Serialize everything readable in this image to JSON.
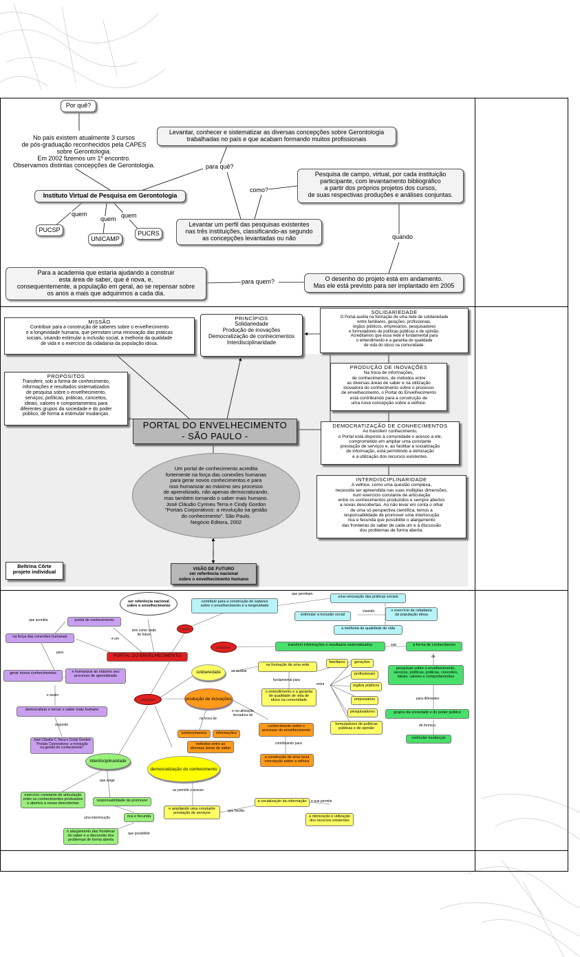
{
  "panel1": {
    "por_que": "Por quê?",
    "context": [
      "No país existem atualmente 3 cursos",
      "de pós-graduação reconhecidos pela CAPES",
      "sobre Gerontologia.",
      "Em 2002 fizemos um 1º encontro.",
      "Observamos distintas concepções de Gerontologia."
    ],
    "levantar": [
      "Levantar, conhecer e sistematizar as diversas concepções sobre Gerontologia",
      "trabalhadas no país e que acabam formando muitos profissionais"
    ],
    "para_que": "para quê?",
    "instituto": "Instituto Virtual de Pesquisa em Gerontologia",
    "como": "como?",
    "pesquisa": [
      "Pesquisa de campo, virtual, por cada instituição",
      "participante, com levantamento bibliográfico",
      "a partir dos próprios projetos dos cursos,",
      "de suas respectivas produções e análises conjuntas."
    ],
    "quem": "quem",
    "pucsp": "PUCSP",
    "unicamp": "UNICAMP",
    "pucrs": "PUCRS",
    "perfil": [
      "Levantar um perfil das pesquisas existentes",
      "nas três instituições, classificando-as segundo",
      "as concepções levantadas ou não"
    ],
    "quando": "quando",
    "academia": [
      "Para a academia que estaria ajudando a construir",
      "esta área de saber, que é nova, e,",
      "consequentemente, a população em geral, ao se repensar sobre",
      "os anos a mais que adquirimos a cada dia."
    ],
    "para_quem": "para quem?",
    "desenho": [
      "O desenho do projeto está em andamento.",
      "Mas ele está previsto para ser implantado em 2005"
    ]
  },
  "panel2": {
    "missao_title": "MISSÃO",
    "missao_text": [
      "Contribuir para a construção de saberes sobre o envelhecimento",
      "e a longevidade humana, que permitam uma renovação das práticas",
      "sociais, visando estimular a inclusão social, a melhoria da qualidade",
      "de vida e o exercício da cidadania da população idosa."
    ],
    "principios_title": "PRINCÍPIOS",
    "principios_text": [
      "Solidariedade",
      "Produção de inovações",
      "Democratização de conhecimentos",
      "Interdisciplinaridade"
    ],
    "solidariedade_title": "SOLIDARIEDADE",
    "solidariedade_text": [
      "O Portal auxilia na formação de uma rede de solidariedade",
      "entre familiares, gerações, profissionais,",
      "órgãos públicos, empresários, pesquisadores",
      "e formuladores de políticas públicas e de opinião.",
      "Acreditamos que essa rede é fundamental para",
      "o entendimento e a garantia de qualidade",
      "de vida do idoso na comunidade."
    ],
    "propositos_title": "PROPÓSITOS",
    "propositos_text": [
      "Transferir, sob a forma de conhecimento,",
      "informações e resultados sistematizados",
      "de pesquisa sobre o envelhecimento,",
      "serviços, políticas, práticas, conceitos,",
      "ideais, valores e comportamentos para",
      "diferentes grupos da sociedade e do poder",
      "público, de forma a estimular mudanças."
    ],
    "producao_title": "PRODUÇÃO DE INOVAÇÕES",
    "producao_text": [
      "Na troca de informações,",
      "de conhecimentos, de métodos entre",
      "as diversas áreas de saber e na utilização",
      "inovadora do conhecimento sobre o processo",
      "de envelhecimento, o Portal do Envelhecimento",
      "está contribuindo para a construção de",
      "uma nova concepção sobre a velhice."
    ],
    "portal_title": [
      "PORTAL DO ENVELHECIMENTO",
      "- SÃO PAULO -"
    ],
    "democratizacao_title": "DEMOCRATIZAÇÃO DE CONHECIMENTOS",
    "democratizacao_text": [
      "Ao transferir conhecimento,",
      "o Portal está disposto à comunidade o acesso a ele,",
      "comprometido em ampliar uma constante",
      "prestação de serviços e, ao facilitar a socialização",
      "de informação, está permitindo a otimização",
      "e a utilização dos recursos existentes."
    ],
    "quote": [
      "Um portal de conhecimento acredita",
      "fortemente na força das conexões humanas",
      "para gerar novos conhecimentos e para",
      "isso humanizar ao máximo seu processo",
      "de aprendizado, não apenas democratizando,",
      "mas também tornando o saber mais humano.",
      "José Cláudio Cyrineu Terra e Cindy Gordon",
      "\"Portais Corporativos: a revolução na gestão",
      "do conhecimento\". São Paulo.",
      "Negócio Editora, 2002"
    ],
    "interdisciplinaridade_title": "INTERDISCIPLINARIDADE",
    "interdisciplinaridade_text": [
      "A velhice, como uma questão complexa,",
      "necessita ser apreendida nas suas múltiplas dimensões,",
      "num exercício constante de articulação",
      "entre os conhecimentos produzidos e sempre abertos",
      "a novas descobertas. Ao não levar em conta o olhar",
      "de uma só perspectiva científica, temos a",
      "responsabilidade de promover uma interlocução",
      "rica e fecunda que possibilite o alargamento",
      "das fronteiras do saber de cada um e à discussão",
      "dos problemas de forma aberta."
    ],
    "autor": [
      "Beltrina Côrte",
      "projeto individual"
    ],
    "visao": [
      "VISÃO DE FUTURO",
      "ser referência nacional",
      "sobre o envelhecimento humano"
    ]
  },
  "panel3": {
    "ser_ref": [
      "ser referência nacional",
      "sobre o envelhecimento"
    ],
    "contribuir": [
      "contribuir para a construção de saberes",
      "sobre o envelhecimento e a longevidade"
    ],
    "que_permitam": "que permitam",
    "renovacao": "uma renovação das práticas sociais",
    "estimular": "estimular a inclusão social",
    "visando": "visando",
    "exercicio": [
      "o exercício da cidadania",
      "da população idosa"
    ],
    "melhoria": "a melhoria da qualidade de vida",
    "que_acredita": "que acredita",
    "portal_conhecimento": "portal de conhecimento",
    "e_um": "é um",
    "tem_como": [
      "tem como visão",
      "de futuro"
    ],
    "missao": "missão",
    "forca": "na força das conexões humanas",
    "portal": "PORTAL DO ENVELHECIMENTO",
    "propositos": "propósitos",
    "transferir": "transferir informações e resultados sistematizados",
    "sob": "sob",
    "forma_conhecimento": "a forma de conhecimento",
    "para": "para",
    "gerar": "gerar novos conhecimentos",
    "humanizar": [
      "e humanizar ao máximo seu",
      "processo de aprendizado"
    ],
    "solidariedade": "solidariedade",
    "ao_auxiliar": "ao auxiliar",
    "rede": "na formação de uma rede",
    "fundamental": "fundamental para",
    "entre": "entre",
    "familiares": "familiares",
    "geracoes": "gerações",
    "profissionais": "profissionais",
    "orgaos": "órgãos públicos",
    "empresarios": "empresários",
    "pesquisadores": "pesquisadores",
    "formuladores": [
      "formuladores de políticas",
      "públicas e de opinião"
    ],
    "de": "de",
    "pesquisas": [
      "pesquisas sobre o envelhecimento,",
      "serviços, políticas, práticas, conceitos,",
      "ideais, valores e comportamentos"
    ],
    "para_diferentes": "para diferentes",
    "grupos": "grupos da sociedade e do poder público",
    "de_forma_a": "de forma a",
    "estimular_mudancas": "estimular mudanças",
    "e_assim": "e assim",
    "democratizar": "democratizar e tornar o saber mais humano",
    "segundo": "segundo",
    "entendimento": [
      "o entendimento e a garantia",
      "de qualidade de vida de",
      "idoso na comunidade"
    ],
    "principios": "princípios",
    "producao": "produção de inovações",
    "e_na_utilizacao": [
      "e na utilização",
      "inovadora do"
    ],
    "na_troca": "na troca de",
    "conhecimentos": "conhecimentos",
    "informacoes": "informações",
    "metodos": [
      "métodos entre as",
      "diversas áreas de saber"
    ],
    "conhecimento_sobre": [
      "conhecimento sobre o",
      "processo do envelhecimento"
    ],
    "contribuindo": "contribuindo para",
    "construcao": [
      "a construção de uma nova",
      "concepção sobre a velhice"
    ],
    "jose": [
      "José Cláudio C.Terra e Cindy Gordon",
      "\"Portais Corporativos: a revolução",
      "na gestão do conhecimento\""
    ],
    "interdisciplinaridade": "interdisciplinaridade",
    "que_exige": "que exige",
    "democratizacao": "democratização do conhecimento",
    "ao_permitir": "ao permitir o acesso",
    "exercicio_constante": [
      "exercício constante de articulação",
      "entre os conhecimentos produzidos",
      "e abertos a novas descobertas"
    ],
    "responsabilidade": "responsabilidade de promover",
    "uma_interlocucao": "uma interlocução",
    "rica": "rica e fecunda",
    "que_possibilite": "que possibilite",
    "alargamento": [
      "o alargamento das fronteiras",
      "do saber e a discussão dos",
      "problemas de forma aberta"
    ],
    "ampliando": [
      "e ampliando uma constante",
      "prestação de serviços"
    ],
    "que_facilita": "que facilita",
    "socializacao": "a socialização da informação",
    "e_que_permite": "e que permite",
    "otimizacao": [
      "a otimização e utilização",
      "dos recursos existentes"
    ]
  },
  "colors": {
    "purple": "#c9a0f0",
    "red": "#e02020",
    "cyan": "#b7f4f8",
    "green": "#48e06a",
    "yellow": "#ffff66",
    "orange": "#ff9a1a",
    "lightgreen": "#99f07a",
    "gray_ellipse": "#c4c4c4"
  }
}
